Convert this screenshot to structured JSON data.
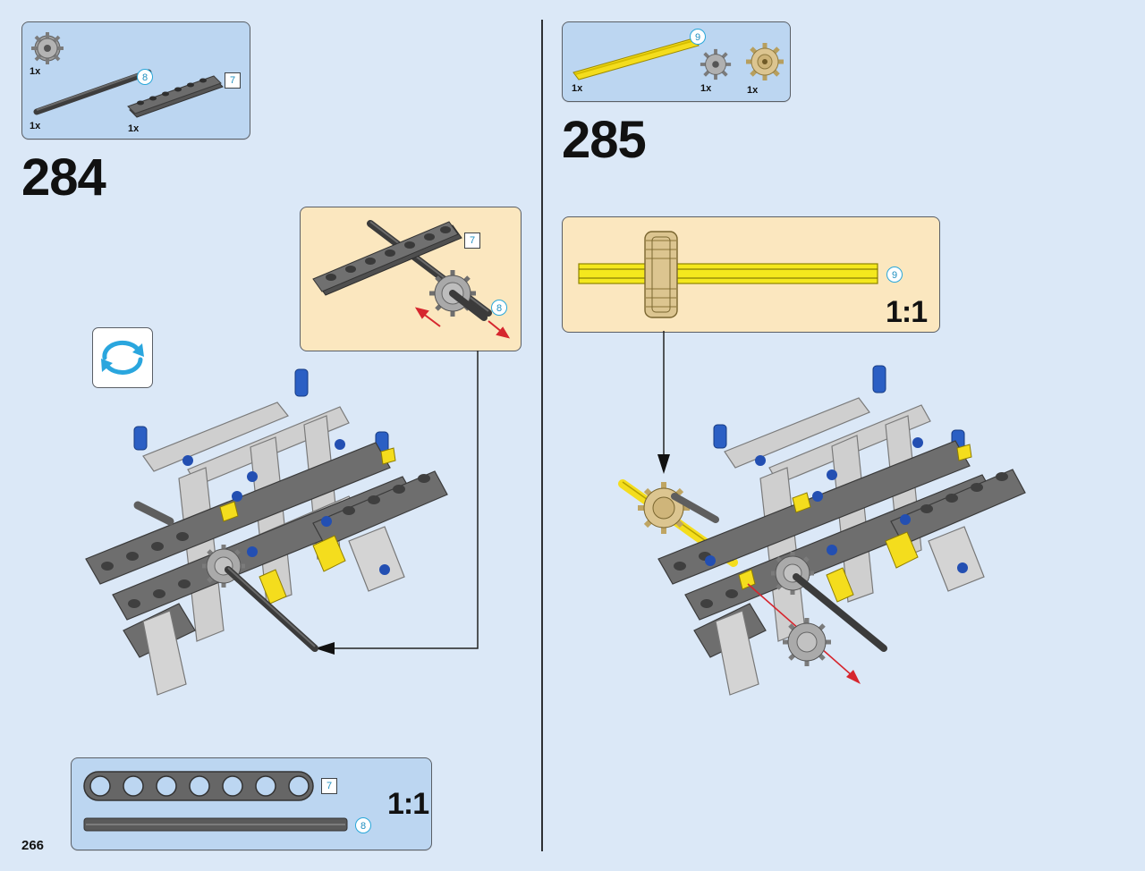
{
  "page": {
    "number": "266"
  },
  "steps": [
    {
      "number": "284",
      "parts": [
        {
          "name": "gear-16-tooth",
          "qty": "1x"
        },
        {
          "name": "axle-8",
          "qty": "1x",
          "length": "8"
        },
        {
          "name": "beam-7",
          "qty": "1x",
          "length": "7"
        }
      ],
      "callout": {
        "beam_length": "7",
        "axle_length": "8"
      },
      "scale_box": {
        "scale": "1:1",
        "beam_length": "7",
        "axle_length": "8"
      },
      "icons": [
        "rotate-icon"
      ]
    },
    {
      "number": "285",
      "parts": [
        {
          "name": "axle-9-yellow",
          "qty": "1x",
          "length": "9"
        },
        {
          "name": "gear-16-tooth",
          "qty": "1x"
        },
        {
          "name": "gear-20-double-bevel-tan",
          "qty": "1x"
        }
      ],
      "callout": {
        "scale": "1:1",
        "axle_length": "9"
      }
    }
  ],
  "colors": {
    "background": "#dbe8f7",
    "parts_box": "#bcd6f1",
    "detail_box": "#fbe7bf",
    "light_gray": "#c9c9c9",
    "dark_gray": "#6b6b6b",
    "blue_pin": "#1e4fb5",
    "yellow": "#f4dd1d",
    "tan": "#dcc590",
    "arrow_red": "#d6262e"
  }
}
